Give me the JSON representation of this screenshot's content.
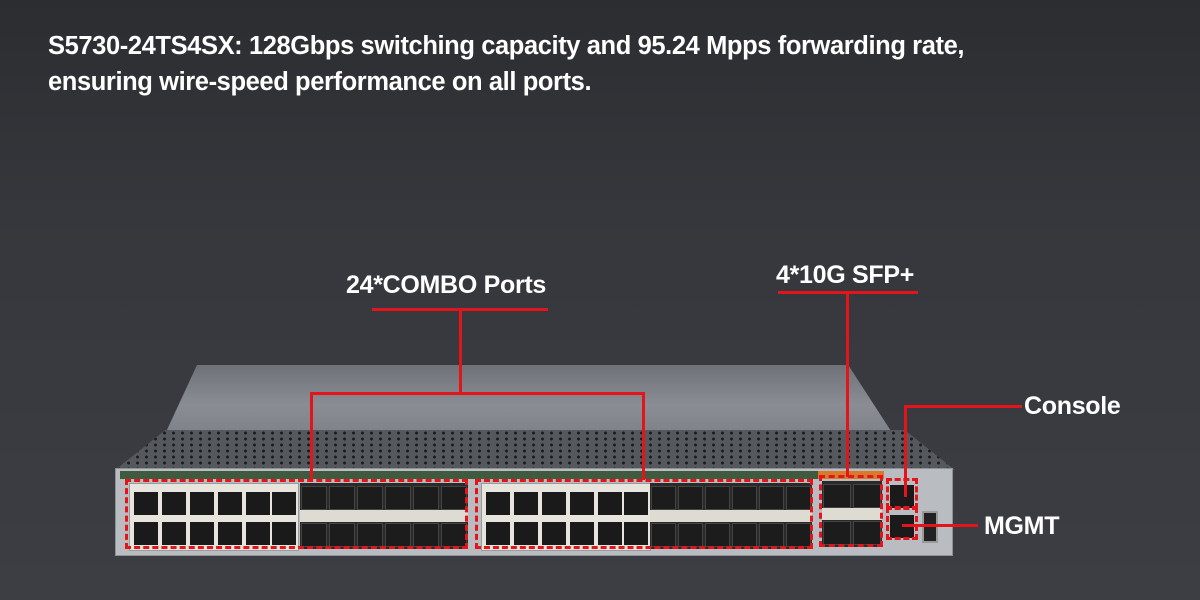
{
  "headline": {
    "line1": "S5730-24TS4SX: 128Gbps switching capacity and 95.24 Mpps forwarding rate,",
    "line2": "ensuring wire-speed performance on all ports."
  },
  "callouts": {
    "combo_ports": "24*COMBO Ports",
    "sfp_ports": "4*10G SFP+",
    "console": "Console",
    "mgmt": "MGMT"
  },
  "colors": {
    "callout_red": "#e3151b",
    "background": "#35373c",
    "text": "#ffffff"
  }
}
